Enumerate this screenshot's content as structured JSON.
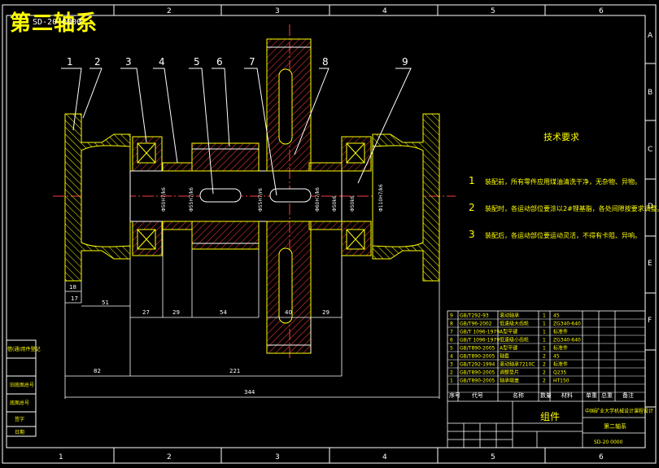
{
  "title": "第二轴系",
  "title_code": "SD-20 0000",
  "border": {
    "columns": [
      "1",
      "2",
      "3",
      "4",
      "5",
      "6"
    ],
    "rows": [
      "A",
      "B",
      "C",
      "D",
      "E",
      "F"
    ]
  },
  "balloons": [
    "1",
    "2",
    "3",
    "4",
    "5",
    "6",
    "7",
    "8",
    "9"
  ],
  "dimensions": {
    "d18": "18",
    "d17": "17",
    "d51": "51",
    "d27": "27",
    "d29a": "29",
    "d54": "54",
    "d40": "40",
    "d29b": "29",
    "d82": "82",
    "d221": "221",
    "d344": "344"
  },
  "fits": [
    "Φ50H7/k6",
    "Φ55H7/k6",
    "Φ55H7/r6",
    "Φ60H7/k6",
    "Φ50k6",
    "Φ110H7/k6",
    "Φ50k6"
  ],
  "requirements": {
    "heading": "技术要求",
    "items": [
      {
        "num": "1",
        "text": "装配前，所有零件应用煤油清洗干净，无杂物、异物。"
      },
      {
        "num": "2",
        "text": "装配时，各运动部位要涂以2#锂基脂，各处间隙按要求调整。"
      },
      {
        "num": "3",
        "text": "装配后，各运动部位要运动灵活，不得有卡阻、异响。"
      }
    ]
  },
  "left_table": {
    "rows": [
      "借(通)用件登记",
      "旧底图总号",
      "底图总号",
      "签字",
      "日期"
    ]
  },
  "bom": {
    "rows": [
      {
        "no": "9",
        "code": "GB/T292-93",
        "name": "滚动轴承",
        "qty": "1",
        "mat": "45",
        "note": ""
      },
      {
        "no": "8",
        "code": "GB/T96-2002",
        "name": "低速级大齿轮",
        "qty": "1",
        "mat": "ZG340-640",
        "note": ""
      },
      {
        "no": "7",
        "code": "GB/T 1096-1979",
        "name": "A型平键",
        "qty": "1",
        "mat": "标准件",
        "note": ""
      },
      {
        "no": "6",
        "code": "GB/T 1096-1979",
        "name": "低速级小齿轮",
        "qty": "1",
        "mat": "ZG340-640",
        "note": ""
      },
      {
        "no": "5",
        "code": "GB/T890-2005",
        "name": "A型平键",
        "qty": "1",
        "mat": "标准件",
        "note": ""
      },
      {
        "no": "4",
        "code": "GB/T890-2005",
        "name": "轴套",
        "qty": "2",
        "mat": "45",
        "note": ""
      },
      {
        "no": "3",
        "code": "GB/T292-1994",
        "name": "滚动轴承7210C",
        "qty": "2",
        "mat": "标准件",
        "note": ""
      },
      {
        "no": "2",
        "code": "GB/T890-2005",
        "name": "调整垫片",
        "qty": "2",
        "mat": "Q235",
        "note": ""
      },
      {
        "no": "1",
        "code": "GB/T890-2005",
        "name": "轴承端盖",
        "qty": "2",
        "mat": "HT150",
        "note": ""
      }
    ],
    "header": {
      "no": "序号",
      "code": "代号",
      "name": "名称",
      "qty": "数量",
      "mat": "材料",
      "w1": "单重",
      "w2": "总重",
      "note": "备注"
    }
  },
  "title_block": {
    "name": "组件",
    "school": "中国矿业大学机械设计课程设计",
    "drawing": "第二轴系",
    "code": "SD-20 0000"
  }
}
